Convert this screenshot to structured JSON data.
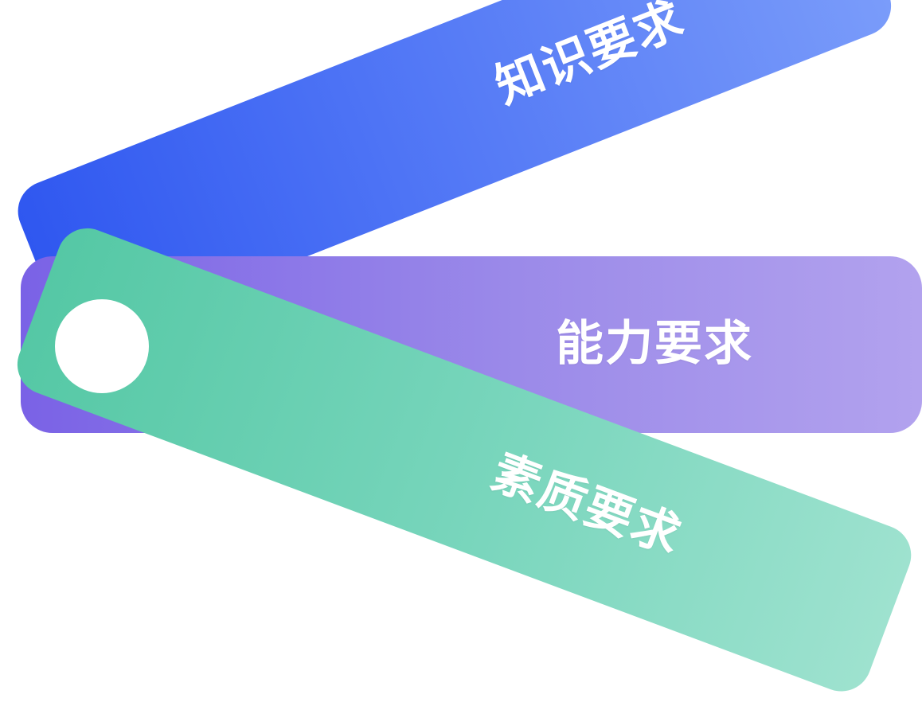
{
  "cards": {
    "knowledge": {
      "label": "知识要求",
      "color": "#4d73f5"
    },
    "ability": {
      "label": "能力要求",
      "color": "#9b8ae9"
    },
    "quality": {
      "label": "素质要求",
      "color": "#7ad6bd"
    }
  },
  "hole_color": "#ffffff"
}
